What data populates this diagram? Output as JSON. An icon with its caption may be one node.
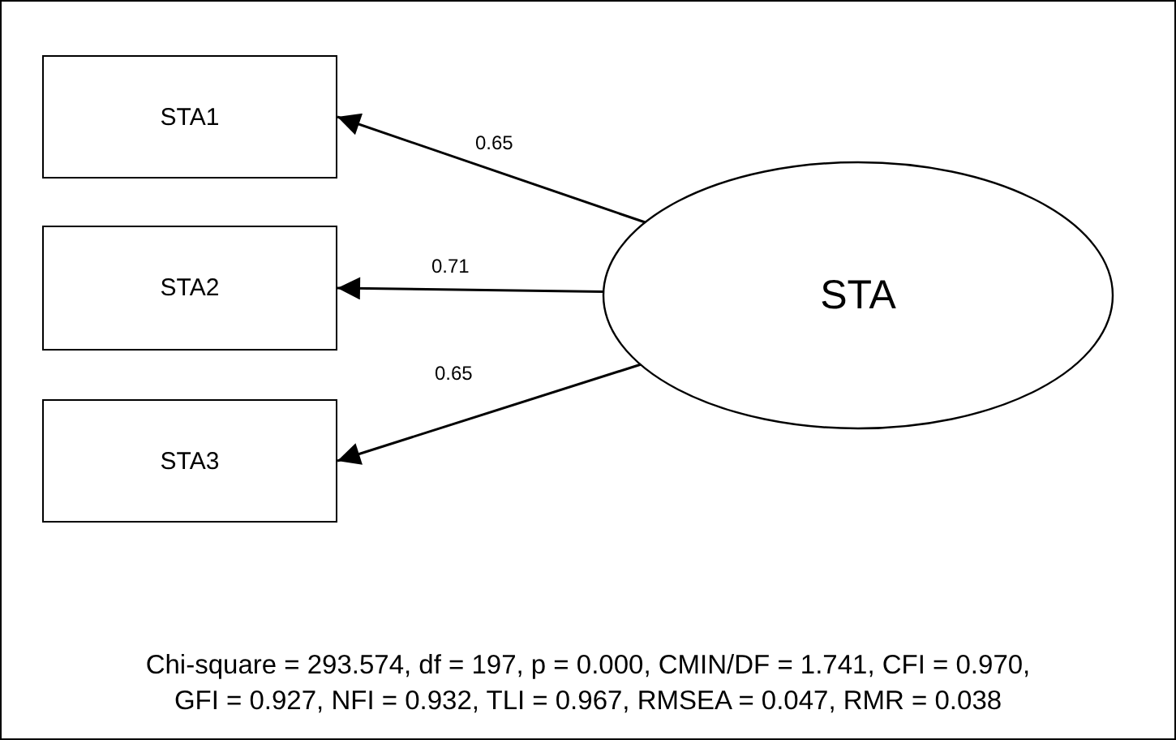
{
  "diagram": {
    "nodes": [
      {
        "text": [
          "STA1"
        ]
      },
      {
        "text": [
          "STA2"
        ]
      },
      {
        "text": [
          "STA3"
        ]
      },
      {
        "text": [
          "STA"
        ]
      }
    ],
    "edges": [
      {
        "from": 3,
        "to": 0,
        "arrow": "to",
        "label": "0.65"
      },
      {
        "from": 3,
        "to": 1,
        "arrow": "to",
        "label": "0.71"
      },
      {
        "from": 3,
        "to": 2,
        "arrow": "to",
        "label": "0.65"
      }
    ],
    "labels": [
      "Chi-square = 293.574, df = 197, p = 0.000, CMIN/DF = 1.741, CFI = 0.970,",
      "GFI = 0.927, NFI = 0.932, TLI = 0.967, RMSEA = 0.047, RMR = 0.038"
    ]
  }
}
